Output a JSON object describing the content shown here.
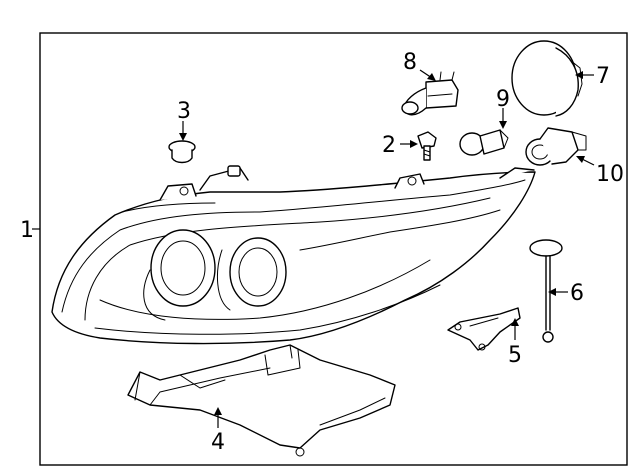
{
  "diagram": {
    "callouts": [
      "1",
      "2",
      "3",
      "4",
      "5",
      "6",
      "7",
      "8",
      "9",
      "10"
    ]
  }
}
